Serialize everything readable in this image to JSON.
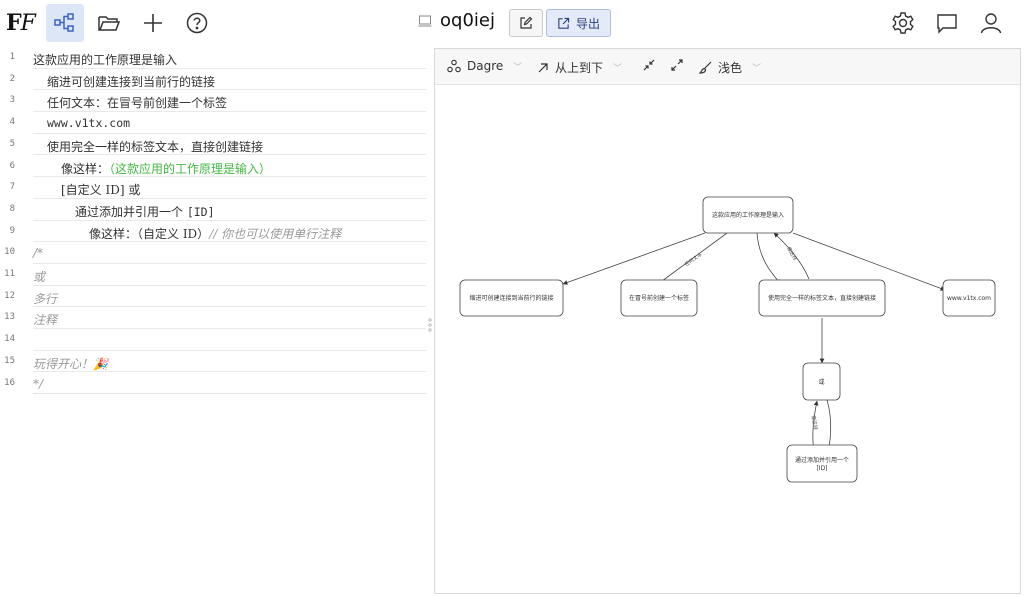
{
  "app": {
    "logo": "FF",
    "document_name": "oq0iej",
    "export_label": "导出"
  },
  "toolbar_icons": [
    "graph-icon",
    "folder-open-icon",
    "plus-icon",
    "help-icon",
    "settings-icon",
    "chat-icon",
    "user-icon",
    "document-icon",
    "edit-icon",
    "share-icon"
  ],
  "editor": {
    "lines": [
      {
        "n": "1",
        "text": "这款应用的工作原理是输入"
      },
      {
        "n": "2",
        "text": "缩进可创建连接到当前行的链接"
      },
      {
        "n": "3",
        "text": "任何文本：在冒号前创建一个标签"
      },
      {
        "n": "4",
        "text": "www.v1tx.com"
      },
      {
        "n": "5",
        "text": "使用完全一样的标签文本，直接创建链接"
      },
      {
        "n": "6",
        "text": "像这样：",
        "extra": "（这款应用的工作原理是输入）"
      },
      {
        "n": "7",
        "text": "[自定义 ID] 或"
      },
      {
        "n": "8",
        "text": "通过添加并引用一个 ",
        "extra": "[ID]"
      },
      {
        "n": "9",
        "text": "像这样：（自定义 ID）",
        "extra": "// 你也可以使用单行注释"
      },
      {
        "n": "10",
        "text": "/*"
      },
      {
        "n": "11",
        "text": "或"
      },
      {
        "n": "12",
        "text": "多行"
      },
      {
        "n": "13",
        "text": "注释"
      },
      {
        "n": "14",
        "text": ""
      },
      {
        "n": "15",
        "text": "玩得开心！🎉"
      },
      {
        "n": "16",
        "text": "*/"
      }
    ]
  },
  "graph_toolbar": {
    "layout": "Dagre",
    "direction": "从上到下",
    "theme": "浅色"
  },
  "graph": {
    "nodes": {
      "root": "这款应用的工作原理是输入",
      "indent": "缩进可创建连接到当前行的链接",
      "label": "在冒号前创建一个标签",
      "same": "使用完全一样的标签文本，直接创建链接",
      "www": "www.v1tx.com",
      "or": "或",
      "ref_line1": "通过添加并引用一个",
      "ref_line2": "[ID]"
    },
    "edge_labels": {
      "any_text": "任何文本",
      "like_this_1": "像这样",
      "like_this_2": "像这样"
    }
  }
}
